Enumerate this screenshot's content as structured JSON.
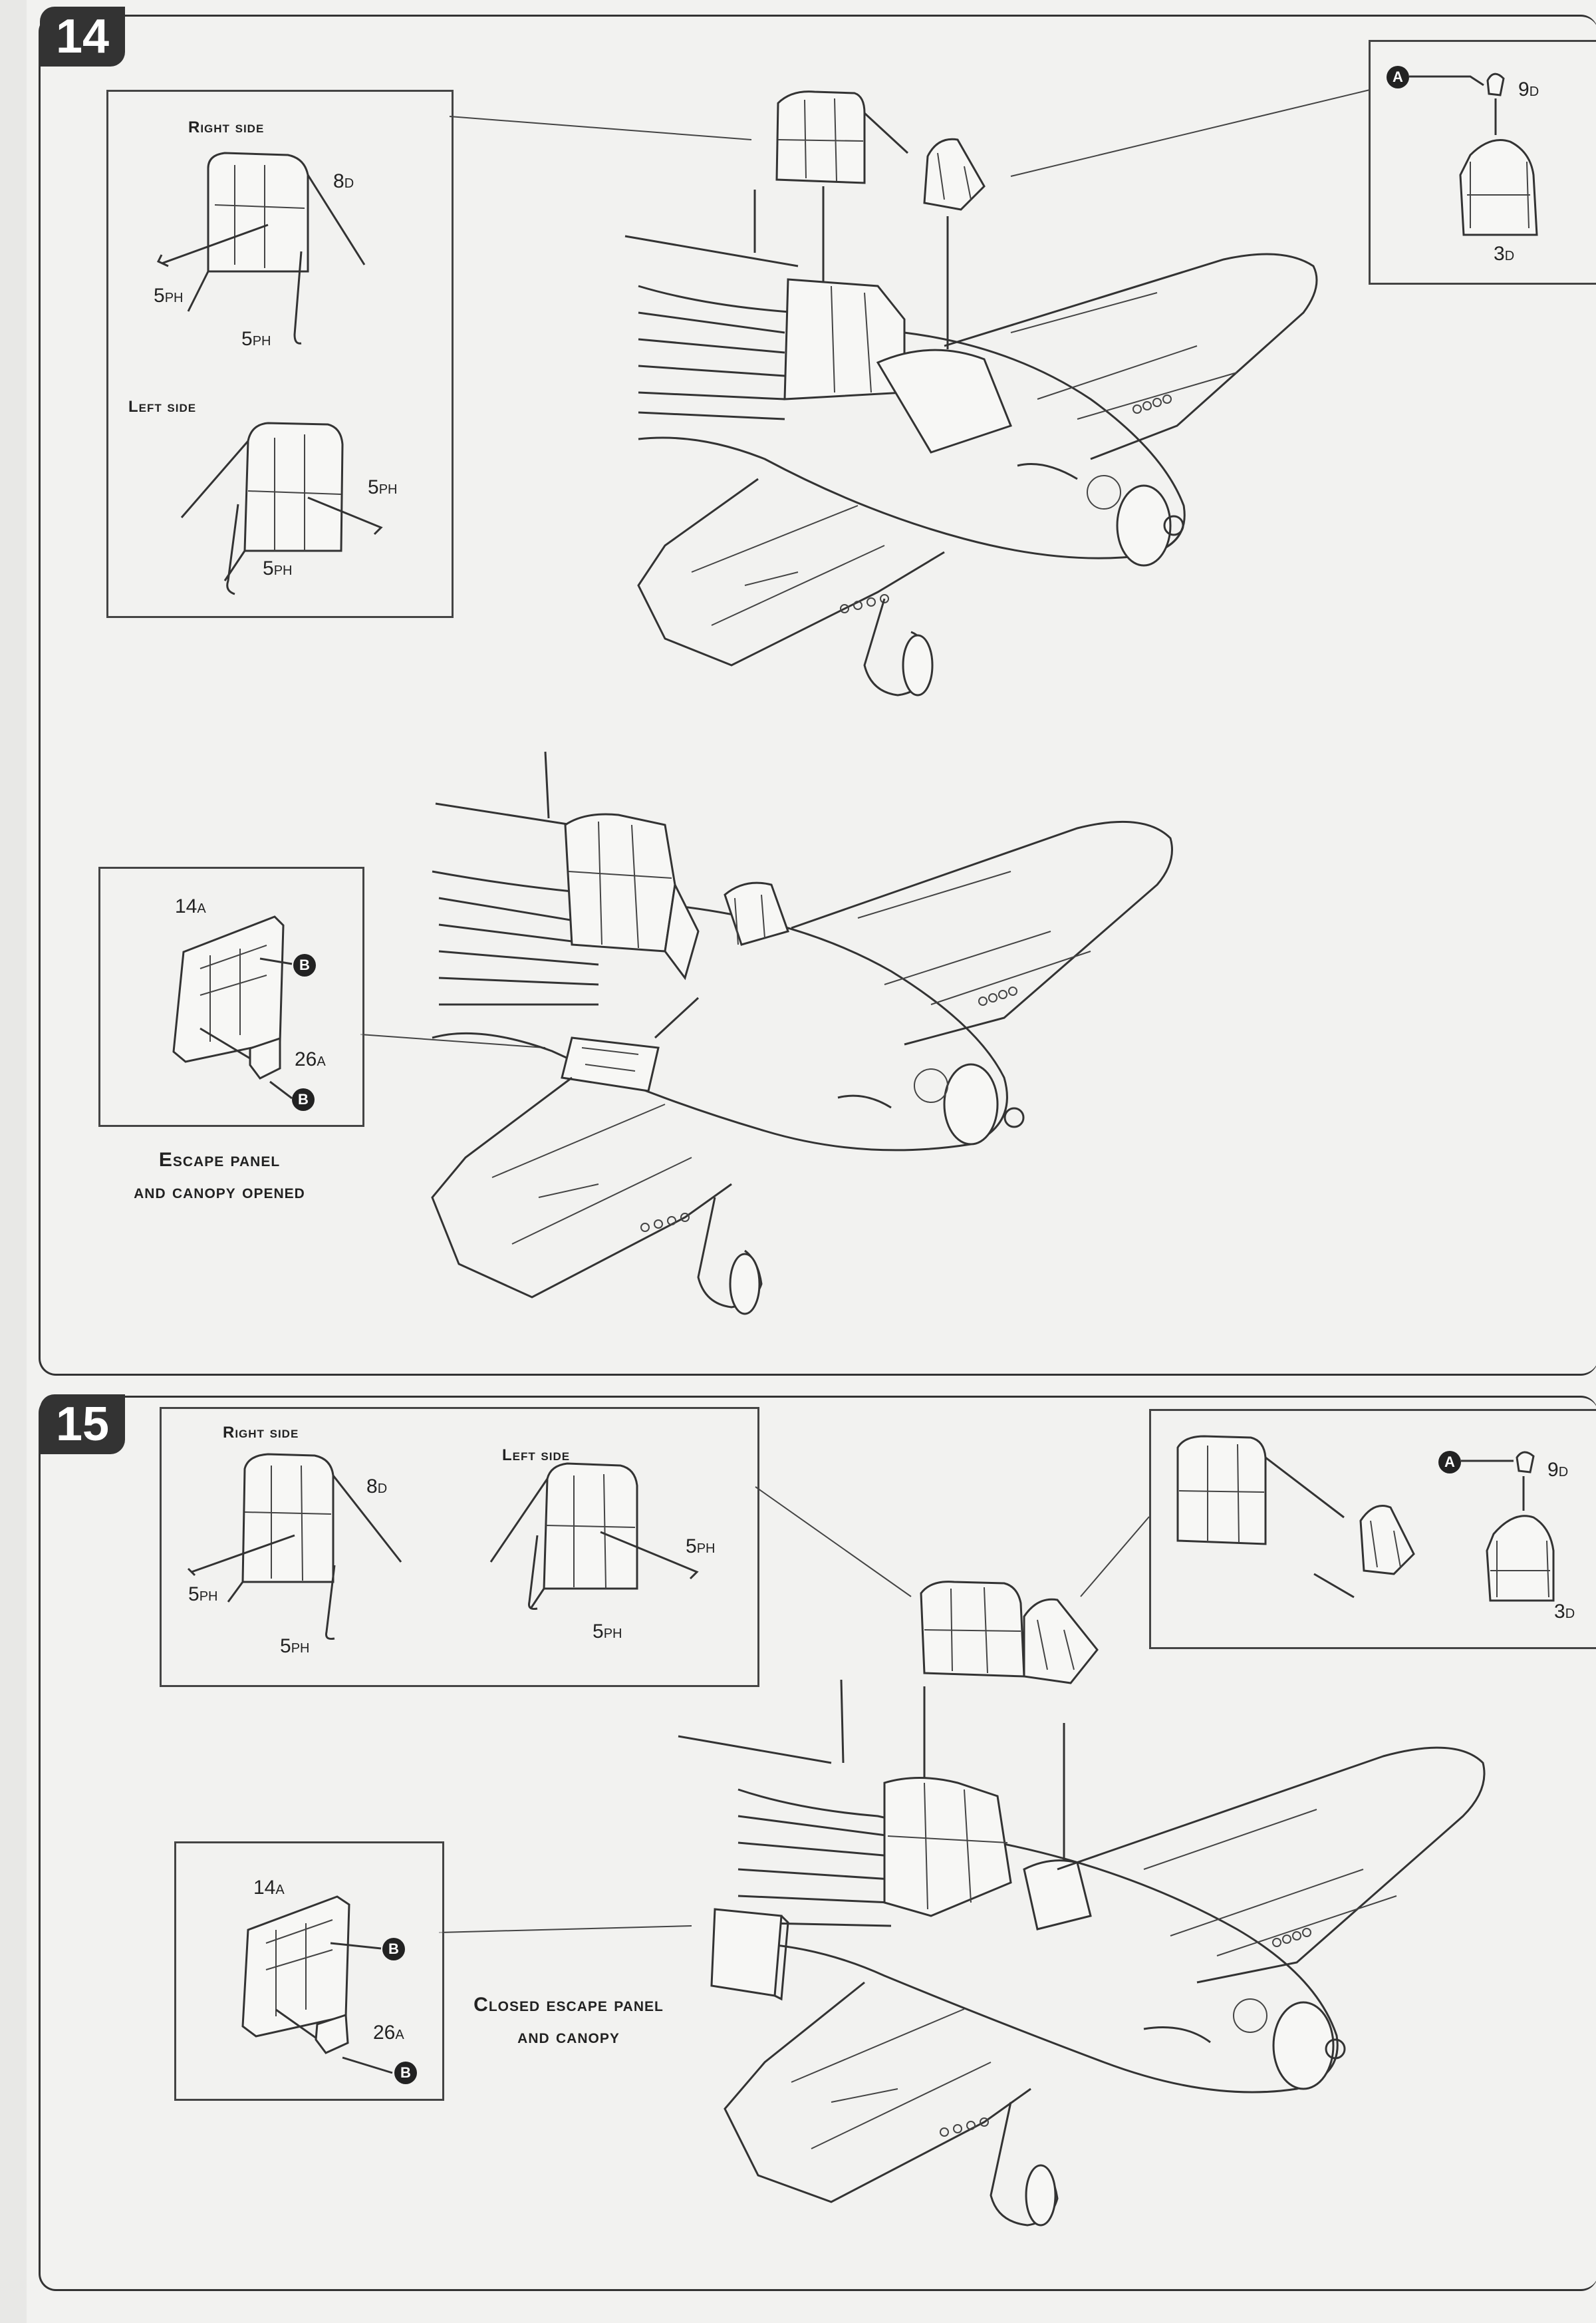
{
  "steps": [
    {
      "number": "14",
      "insets": {
        "sides": {
          "right_side_label": "Right side",
          "left_side_label": "Left side",
          "part_canopy": "8",
          "part_canopy_suffix": "D",
          "part_rod": "5",
          "part_rod_suffix": "PH"
        },
        "canopy_detail": {
          "marker": "A",
          "part_handle": "9",
          "part_handle_suffix": "D",
          "part_hood": "3",
          "part_hood_suffix": "D"
        },
        "escape_panel": {
          "part_panel": "14",
          "part_panel_suffix": "A",
          "part_bracket": "26",
          "part_bracket_suffix": "A",
          "marker": "B"
        }
      },
      "caption_line1": "Escape panel",
      "caption_line2": "and canopy opened"
    },
    {
      "number": "15",
      "insets": {
        "sides": {
          "right_side_label": "Right side",
          "left_side_label": "Left side",
          "part_canopy": "8",
          "part_canopy_suffix": "D",
          "part_rod": "5",
          "part_rod_suffix": "PH"
        },
        "canopy_detail": {
          "marker": "A",
          "part_handle": "9",
          "part_handle_suffix": "D",
          "part_hood": "3",
          "part_hood_suffix": "D"
        },
        "escape_panel": {
          "part_panel": "14",
          "part_panel_suffix": "A",
          "part_bracket": "26",
          "part_bracket_suffix": "A",
          "marker": "B"
        }
      },
      "caption_line1": "Closed escape panel",
      "caption_line2": "and canopy"
    }
  ],
  "icons": [
    "aircraft-illustration",
    "canopy-icon",
    "rod-icon",
    "escape-panel-icon",
    "bracket-icon",
    "arrow-icon"
  ]
}
